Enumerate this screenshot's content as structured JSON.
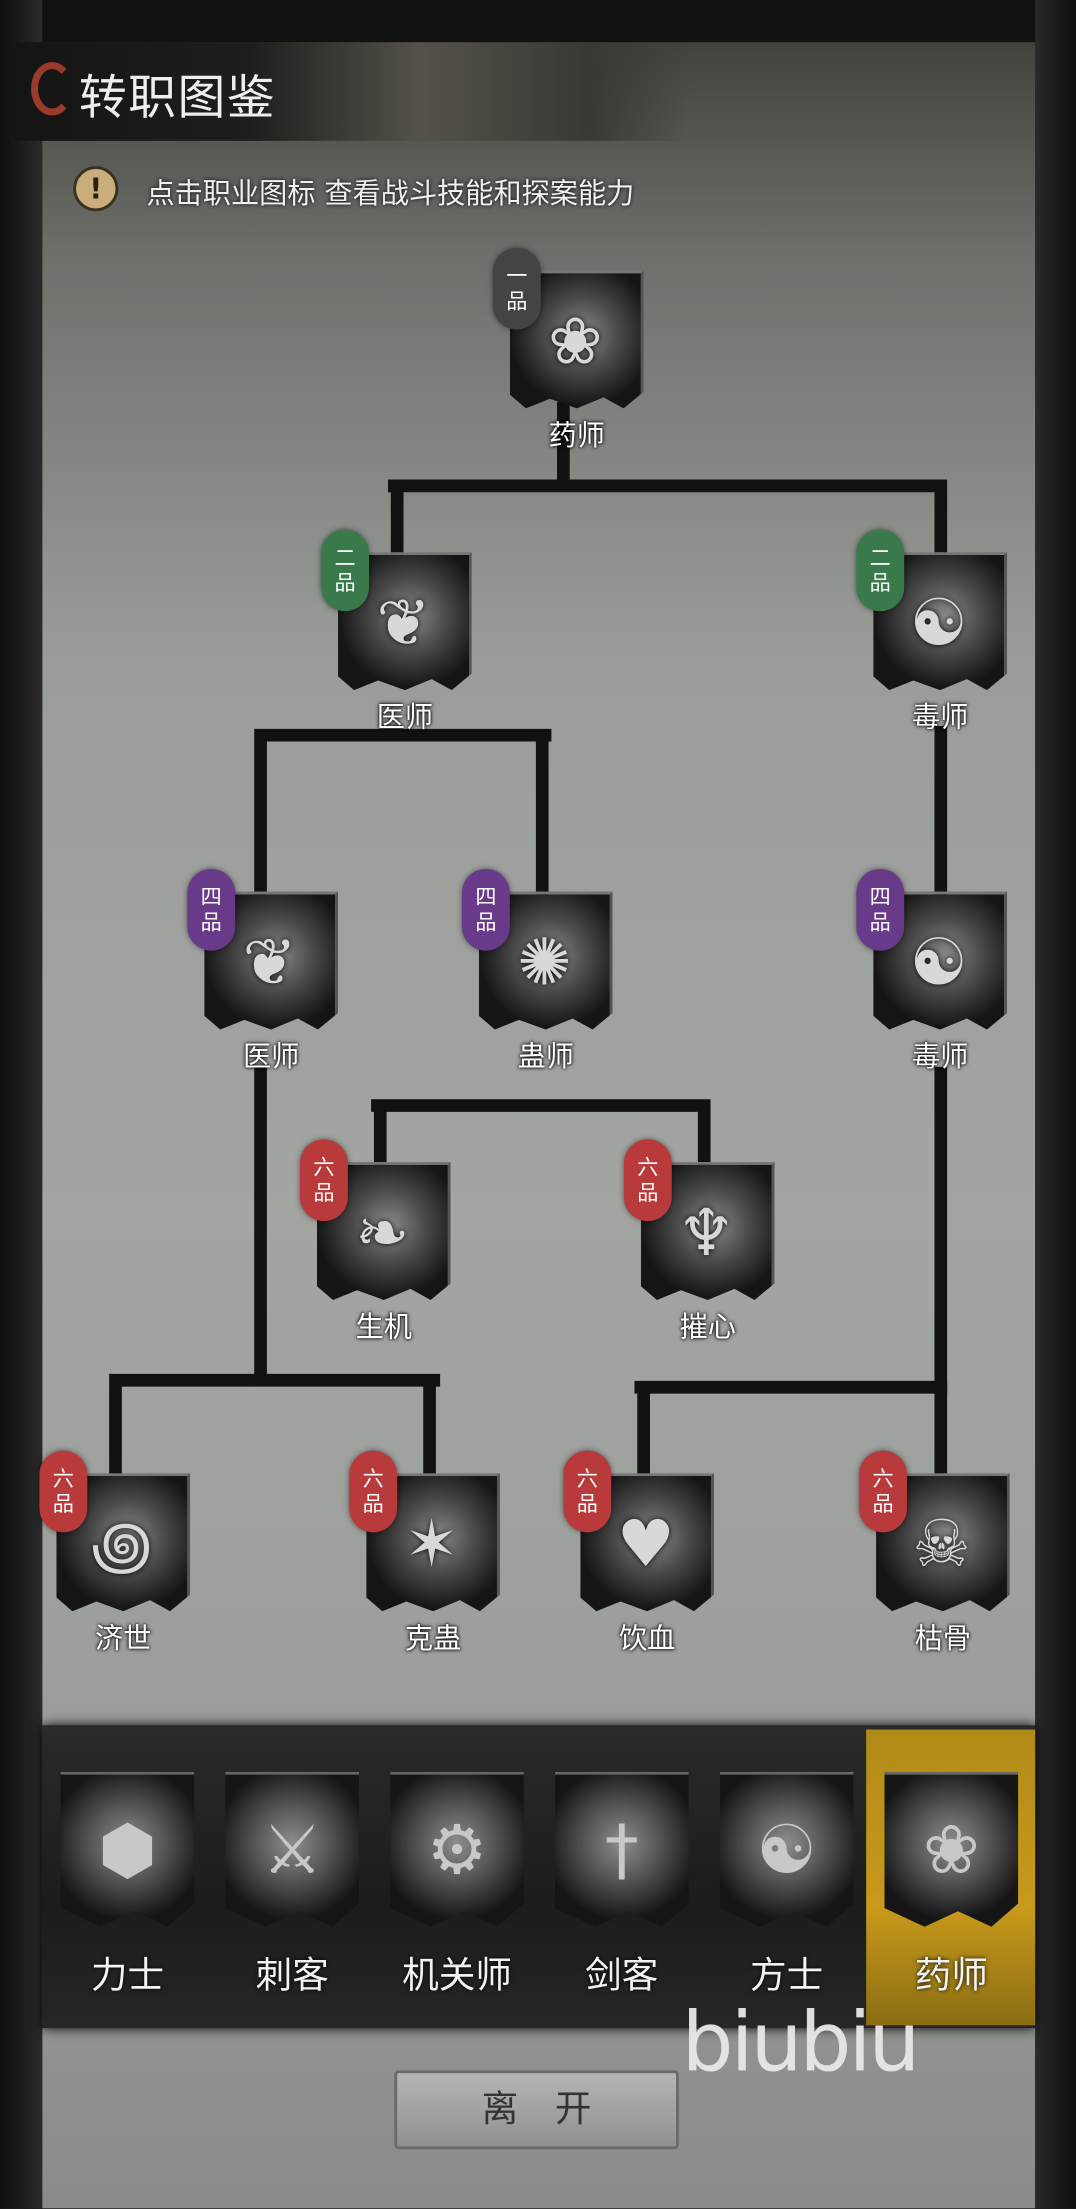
{
  "header": {
    "title": "转职图鉴",
    "hint": "点击职业图标 查看战斗技能和探案能力"
  },
  "tree": [
    {
      "name": "药师",
      "rank": [
        "一",
        "品"
      ],
      "rank_color": "#444444",
      "glyph": "❀"
    },
    {
      "name": "医师",
      "rank": [
        "二",
        "品"
      ],
      "rank_color": "#3a7a4a",
      "glyph": "❦"
    },
    {
      "name": "毒师",
      "rank": [
        "二",
        "品"
      ],
      "rank_color": "#3a7a4a",
      "glyph": "☯"
    },
    {
      "name": "医师",
      "rank": [
        "四",
        "品"
      ],
      "rank_color": "#6a3a8a",
      "glyph": "❦"
    },
    {
      "name": "蛊师",
      "rank": [
        "四",
        "品"
      ],
      "rank_color": "#6a3a8a",
      "glyph": "✺"
    },
    {
      "name": "毒师",
      "rank": [
        "四",
        "品"
      ],
      "rank_color": "#6a3a8a",
      "glyph": "☯"
    },
    {
      "name": "生机",
      "rank": [
        "六",
        "品"
      ],
      "rank_color": "#b83a3a",
      "glyph": "❧"
    },
    {
      "name": "摧心",
      "rank": [
        "六",
        "品"
      ],
      "rank_color": "#b83a3a",
      "glyph": "♆"
    },
    {
      "name": "济世",
      "rank": [
        "六",
        "品"
      ],
      "rank_color": "#b83a3a",
      "glyph": "꩜"
    },
    {
      "name": "克蛊",
      "rank": [
        "六",
        "品"
      ],
      "rank_color": "#b83a3a",
      "glyph": "✶"
    },
    {
      "name": "饮血",
      "rank": [
        "六",
        "品"
      ],
      "rank_color": "#b83a3a",
      "glyph": "♥"
    },
    {
      "name": "枯骨",
      "rank": [
        "六",
        "品"
      ],
      "rank_color": "#b83a3a",
      "glyph": "☠"
    }
  ],
  "classes": [
    {
      "name": "力士",
      "glyph": "⬢"
    },
    {
      "name": "刺客",
      "glyph": "⚔"
    },
    {
      "name": "机关师",
      "glyph": "⚙"
    },
    {
      "name": "剑客",
      "glyph": "†"
    },
    {
      "name": "方士",
      "glyph": "☯"
    },
    {
      "name": "药师",
      "glyph": "❀",
      "selected": true
    }
  ],
  "leave_label": "离开",
  "watermark": "biubiu",
  "colors": {
    "selected": "#c99a1a",
    "line": "#111111"
  }
}
